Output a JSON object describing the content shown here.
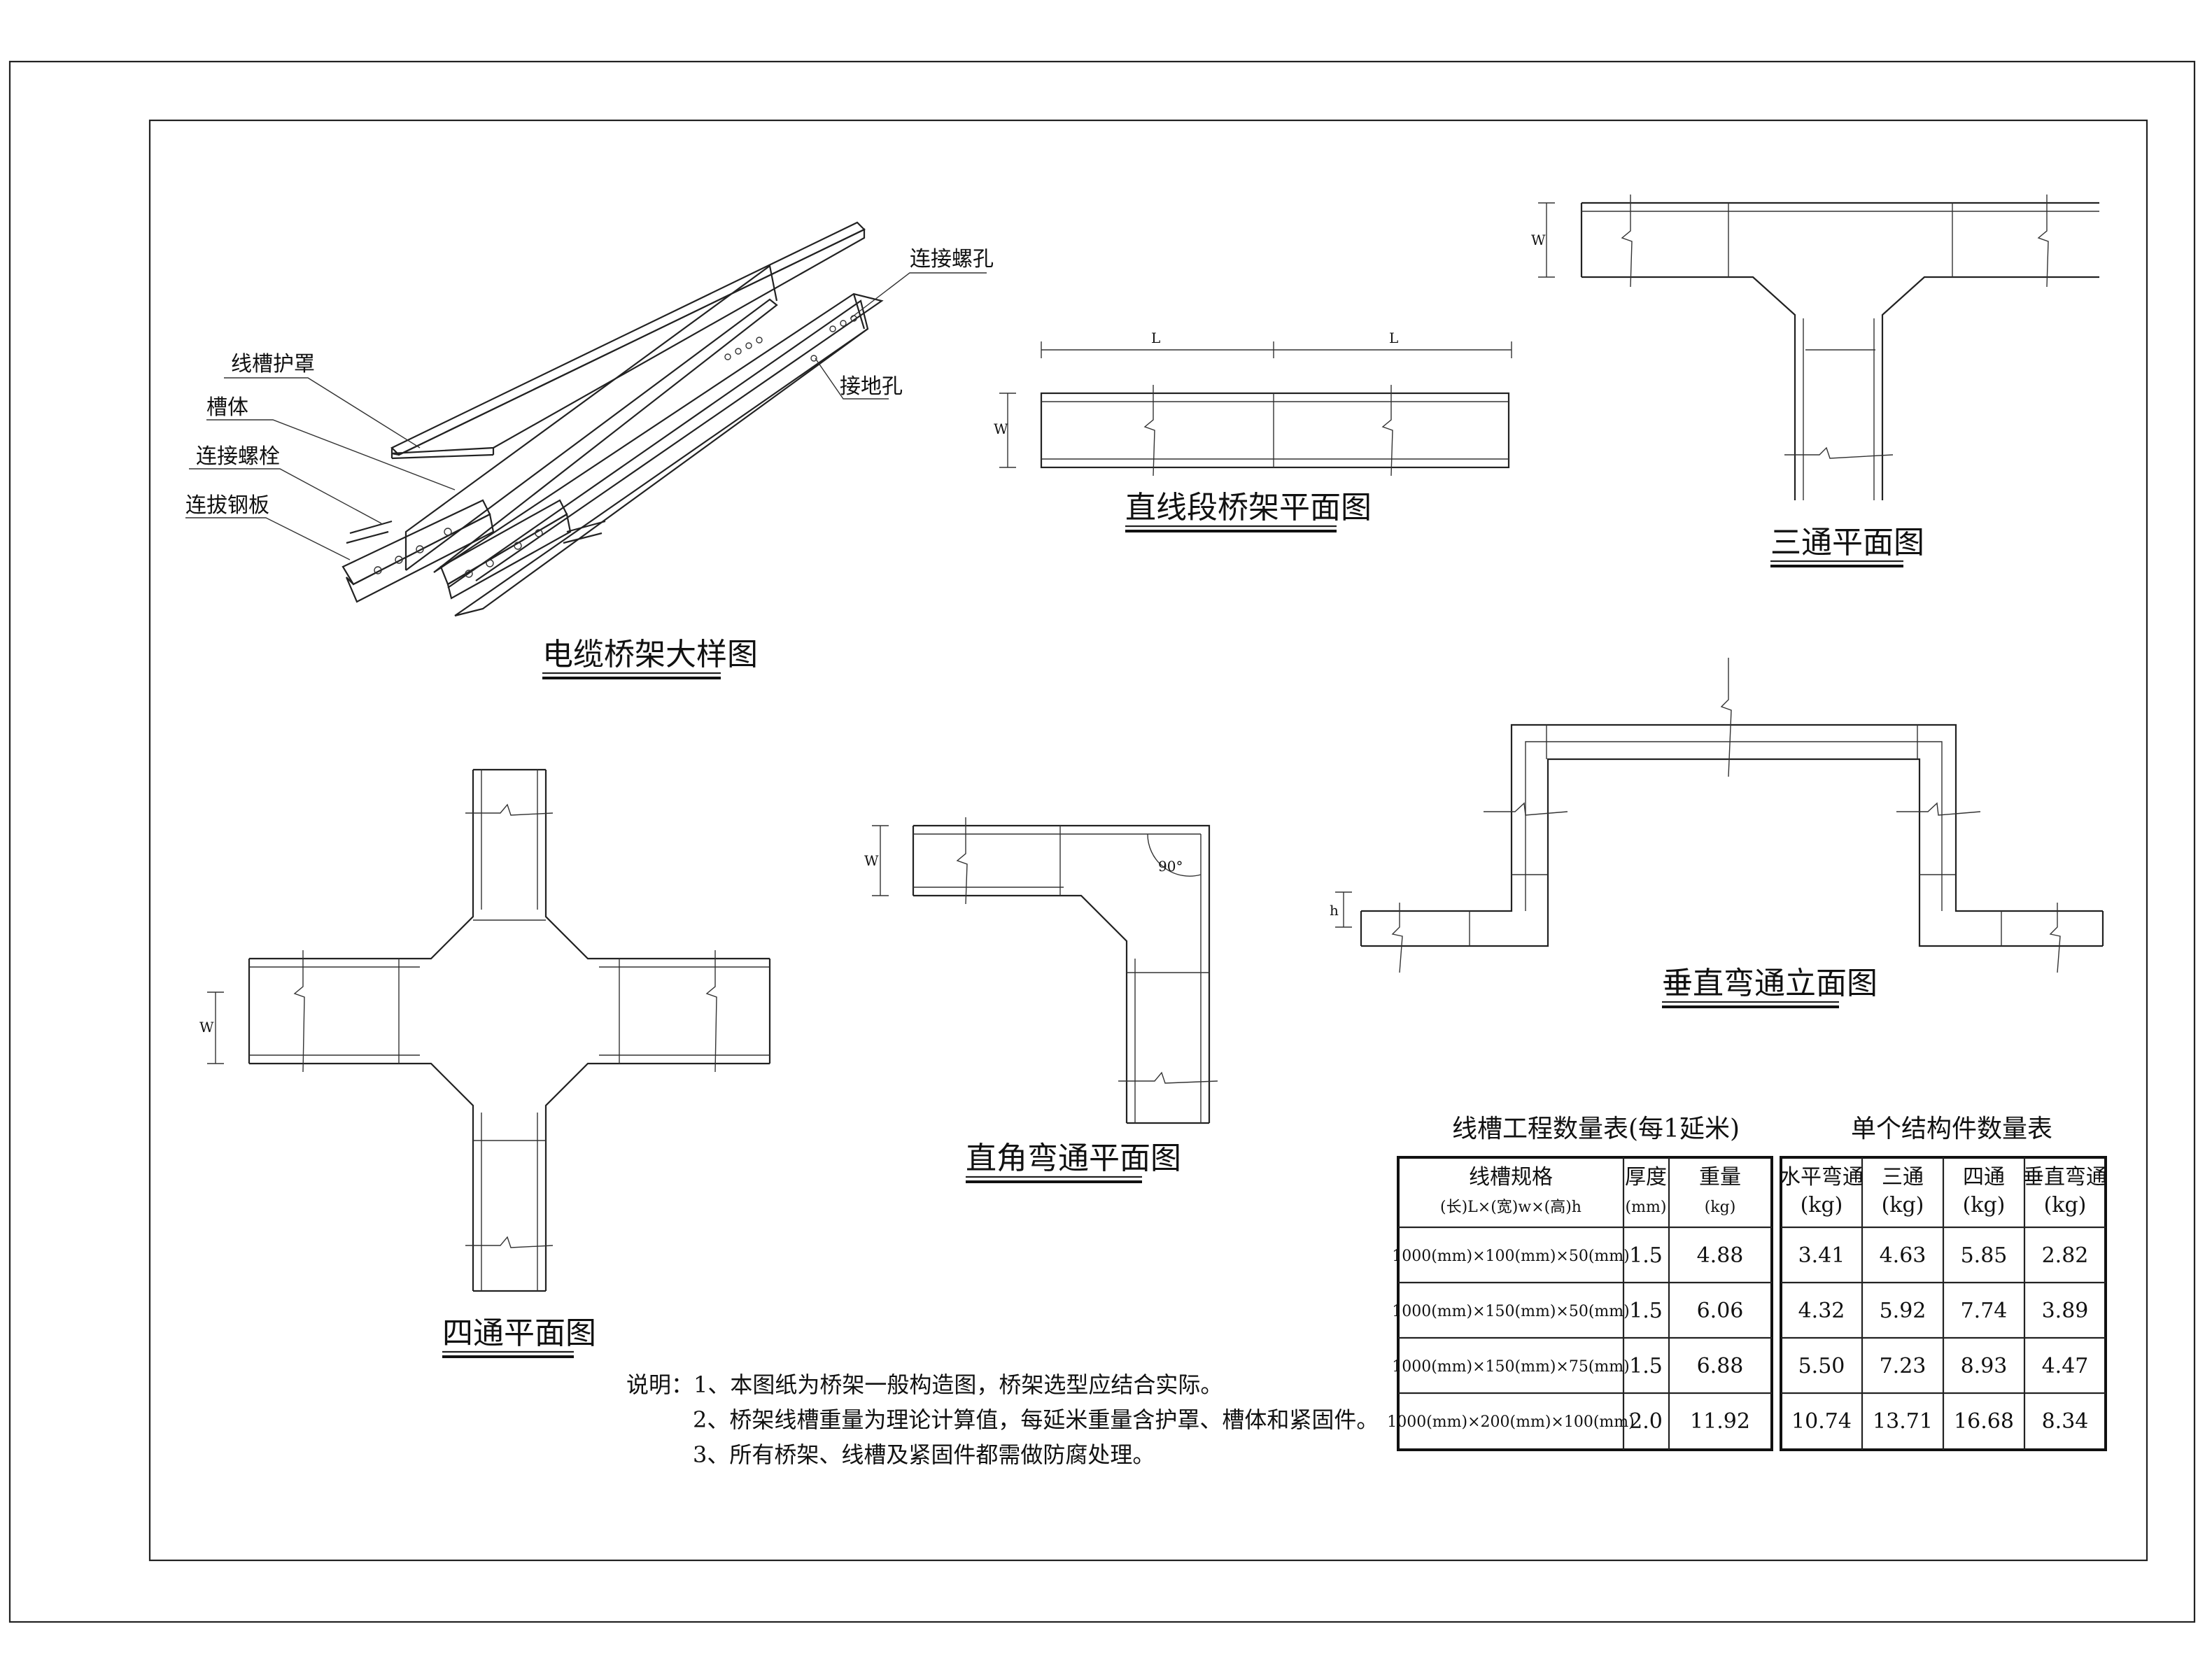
{
  "detail": {
    "title": "电缆桥架大样图",
    "labels": {
      "cover": "线槽护罩",
      "body": "槽体",
      "bolt": "连接螺栓",
      "plate": "连拔钢板",
      "bolt_hole": "连接螺孔",
      "ground_hole": "接地孔"
    }
  },
  "straight": {
    "title": "直线段桥架平面图",
    "dim_l1": "L",
    "dim_l2": "L",
    "dim_w": "W"
  },
  "tee": {
    "title": "三通平面图",
    "dim_w": "W"
  },
  "cross": {
    "title": "四通平面图",
    "dim_w": "W"
  },
  "elbow": {
    "title": "直角弯通平面图",
    "dim_w": "W",
    "angle": "90°"
  },
  "vertical": {
    "title": "垂直弯通立面图",
    "dim_h": "h"
  },
  "notes": {
    "line1": "说明：1、本图纸为桥架一般构造图，桥架选型应结合实际。",
    "line2": "2、桥架线槽重量为理论计算值，每延米重量含护罩、槽体和紧固件。",
    "line3": "3、所有桥架、线槽及紧固件都需做防腐处理。"
  },
  "table1": {
    "caption": "线槽工程数量表(每1延米)",
    "headers": [
      [
        "线槽规格",
        "(长)L×(宽)w×(高)h"
      ],
      [
        "厚度",
        "(mm)"
      ],
      [
        "重量",
        "(kg)"
      ]
    ],
    "rows": [
      [
        "1000(mm)×100(mm)×50(mm)",
        "1.5",
        "4.88"
      ],
      [
        "1000(mm)×150(mm)×50(mm)",
        "1.5",
        "6.06"
      ],
      [
        "1000(mm)×150(mm)×75(mm)",
        "1.5",
        "6.88"
      ],
      [
        "1000(mm)×200(mm)×100(mm)",
        "2.0",
        "11.92"
      ]
    ]
  },
  "table2": {
    "caption": "单个结构件数量表",
    "headers": [
      [
        "水平弯通",
        "(kg)"
      ],
      [
        "三通",
        "(kg)"
      ],
      [
        "四通",
        "(kg)"
      ],
      [
        "垂直弯通",
        "(kg)"
      ]
    ],
    "rows": [
      [
        "3.41",
        "4.63",
        "5.85",
        "2.82"
      ],
      [
        "4.32",
        "5.92",
        "7.74",
        "3.89"
      ],
      [
        "5.50",
        "7.23",
        "8.93",
        "4.47"
      ],
      [
        "10.74",
        "13.71",
        "16.68",
        "8.34"
      ]
    ]
  }
}
